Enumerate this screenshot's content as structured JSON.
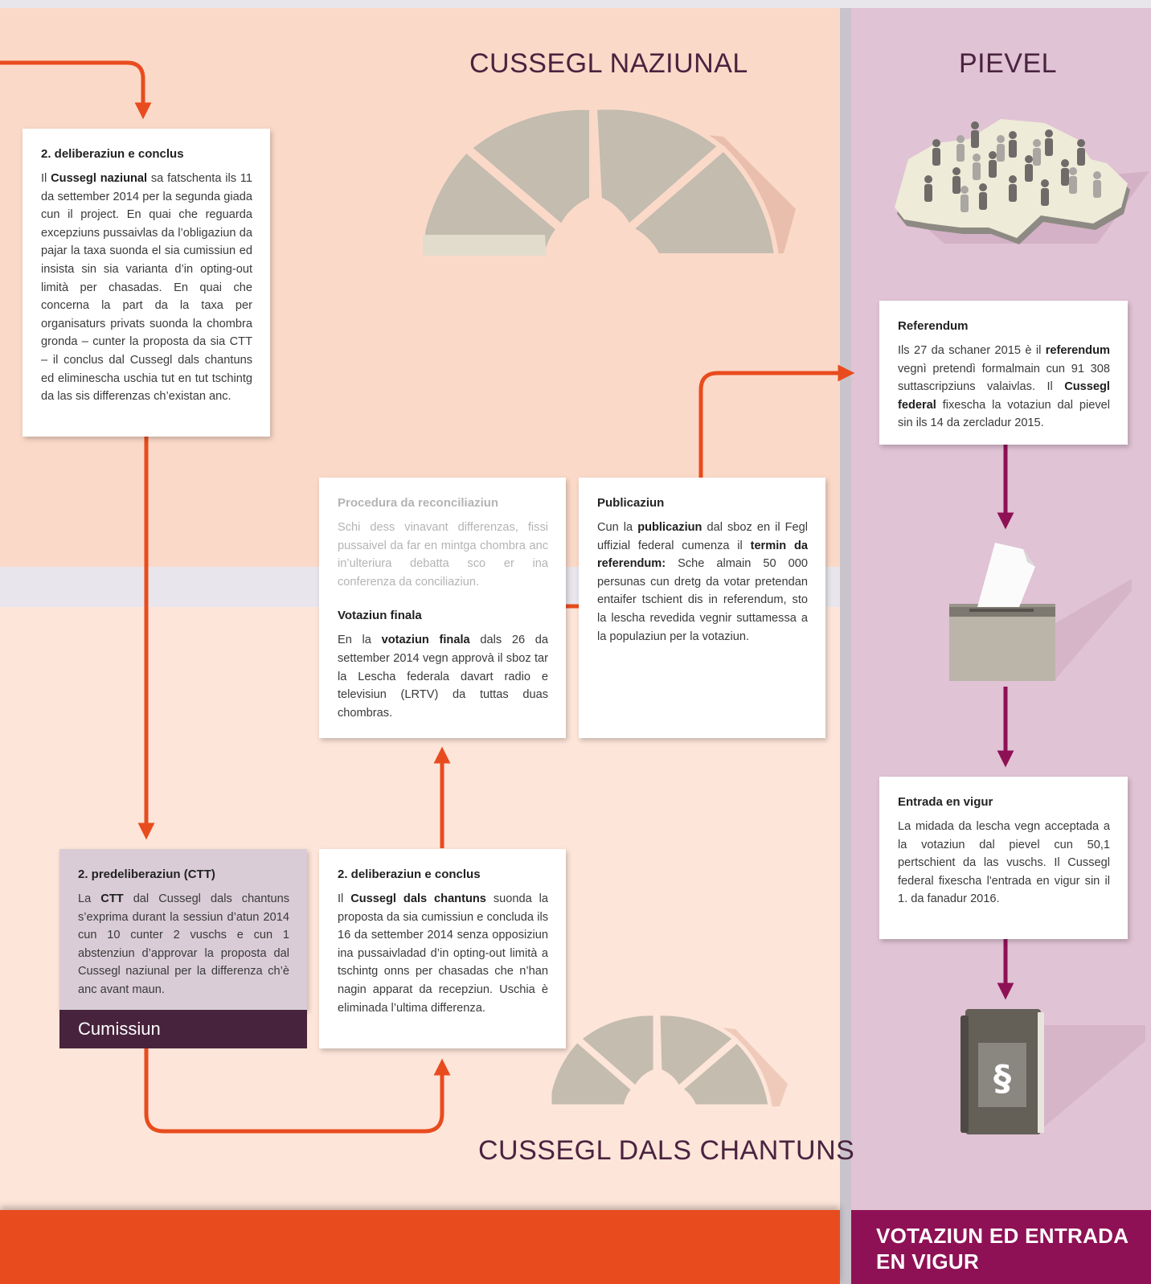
{
  "zones": {
    "nationalrat_title": "CUSSEGL NAZIUNAL",
    "staenderat_title": "CUSSEGL DALS CHANTUNS",
    "pievel_title": "PIEVEL",
    "footer_right": "VOTAZIUN ED ENTRADA EN VIGUR"
  },
  "colors": {
    "nationalrat_bg": "#fbd9c8",
    "staenderat_bg": "#fde5d9",
    "pievel_bg": "#e0c3d4",
    "orange_arrow": "#e84c1e",
    "purple_arrow": "#8f1155",
    "commission_bar": "#47233d"
  },
  "icons": [
    "parliament-hemicycle-icon",
    "switzerland-people-map-icon",
    "ballot-box-icon",
    "law-book-icon"
  ],
  "cards": {
    "nr_deliberation": {
      "title": "2. deliberaziun e conclus",
      "t1": "Il ",
      "b1": "Cussegl naziunal",
      "t2": " sa fatschenta ils 11 da settember 2014 per la segunda giada cun il project. En quai che reguarda excepziuns pussaivlas da l’obligaziun da pajar la taxa suonda el sia cumissiun ed insista sin sia varianta d’in opting-out limità per chasadas. En quai che concerna la part da la taxa per organisaturs privats suonda la chombra gronda – cunter la proposta da sia CTT – il conclus dal Cussegl dals chantuns ed eliminescha uschia tut en tut tschintg da las sis differenzas ch’existan anc."
    },
    "reconciliation": {
      "title": "Procedura da reconciliaziun",
      "text": "Schi dess vinavant differenzas, fissi pussaivel da far en mintga chombra anc in’ulteriura debatta sco er ina conferenza da conciliaziun."
    },
    "final_vote": {
      "title": "Votaziun finala",
      "t1": "En la ",
      "b1": "votaziun finala",
      "t2": " dals 26 da settember 2014 vegn approvà il sboz tar la Lescha federala davart radio e televisiun (LRTV) da tuttas duas chombras."
    },
    "publication": {
      "title": "Publicaziun",
      "t1": "Cun la ",
      "b1": "publicaziun",
      "t2": " dal sboz en il Fegl uffizial federal cumenza il ",
      "b2": "termin da referendum:",
      "t3": " Sche almain 50 000 persunas cun dretg da votar pretendan entaifer tschient dis in referendum, sto la lescha revedida vegnir suttamessa a la populaziun per la votaziun."
    },
    "referendum": {
      "title": "Referendum",
      "t1": "Ils 27 da schaner 2015 è il ",
      "b1": "referendum",
      "t2": " vegnì pretendì formalmain cun 91 308 suttascripziuns valaivlas. Il ",
      "b2": "Cussegl federal",
      "t3": " fixescha la votaziun dal pievel sin ils 14 da zercladur 2015."
    },
    "entry_into_force": {
      "title": "Entrada en vigur",
      "text": "La midada da lescha vegn acceptada a la votaziun dal pievel cun 50,1 pertschient da las vuschs. Il Cussegl federal fixescha l'entrada en vigur sin il 1. da fanadur 2016."
    },
    "committee": {
      "title": "2. predeliberaziun (CTT)",
      "t1": "La ",
      "b1": "CTT",
      "t2": " dal Cussegl dals chantuns s’exprima durant la sessiun d’atun 2014 cun 10 cunter 2 vuschs e cun 1 abstenziun d’approvar la proposta dal Cussegl naziunal per la differenza ch’è anc avant maun.",
      "footer": "Cumissiun"
    },
    "sr_deliberation": {
      "title": "2. deliberaziun e conclus",
      "t1": "Il ",
      "b1": "Cussegl dals chantuns",
      "t2": " suonda la proposta da sia cumissiun e concluda ils 16 da settember 2014 senza opposiziun ina pussaivladad d’in opting-out limità a tschintg onns per chasadas che n’han nagin apparat da recepziun. Uschia è eliminada l’ultima differenza."
    }
  }
}
